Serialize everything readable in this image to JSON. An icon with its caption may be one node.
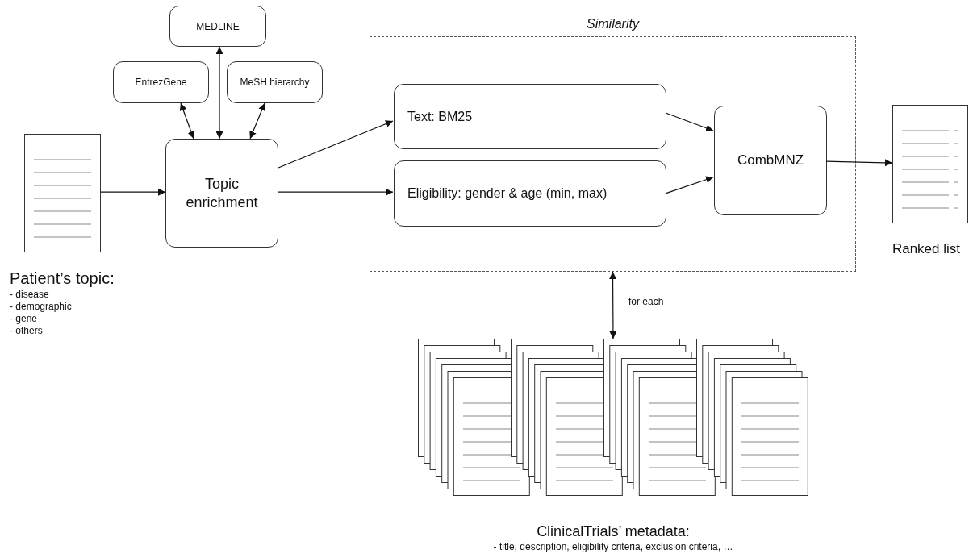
{
  "diagram": {
    "nodes": [
      {
        "text": [],
        "shape": "picture",
        "beside": [
          "Patient’s topic:",
          "- disease",
          "- demographic",
          "- gene",
          "- others"
        ]
      },
      {
        "text": [
          "MEDLINE"
        ]
      },
      {
        "text": [
          "EntrezGene"
        ]
      },
      {
        "text": [
          "MeSH hierarchy"
        ]
      },
      {
        "text": [
          "Topic enrichment"
        ]
      },
      {
        "text": [
          "Similarity"
        ]
      },
      {
        "text": [
          "Text: BM25"
        ],
        "in": 5
      },
      {
        "text": [
          "Eligibility: gender & age (min, max)"
        ],
        "in": 5
      },
      {
        "text": [
          "CombMNZ"
        ],
        "in": 5
      },
      {
        "text": [],
        "shape": "picture",
        "beside": [
          "Ranked list"
        ]
      },
      {
        "text": [],
        "shape": "picture",
        "beside": [
          "ClinicalTrials’ metadata:",
          "- title, description, eligibility criteria, exclusion criteria, …"
        ]
      }
    ],
    "edges": [
      {
        "from": 0,
        "to": 4,
        "arrow": "to"
      },
      {
        "from": 1,
        "to": 4,
        "arrow": "both"
      },
      {
        "from": 2,
        "to": 4,
        "arrow": "both"
      },
      {
        "from": 3,
        "to": 4,
        "arrow": "both"
      },
      {
        "from": 4,
        "to": 6,
        "arrow": "to"
      },
      {
        "from": 4,
        "to": 7,
        "arrow": "to"
      },
      {
        "from": 6,
        "to": 8,
        "arrow": "to"
      },
      {
        "from": 7,
        "to": 8,
        "arrow": "to"
      },
      {
        "from": 8,
        "to": 9,
        "arrow": "to"
      },
      {
        "from": 5,
        "to": 10,
        "arrow": "both",
        "label": "for each"
      }
    ]
  }
}
